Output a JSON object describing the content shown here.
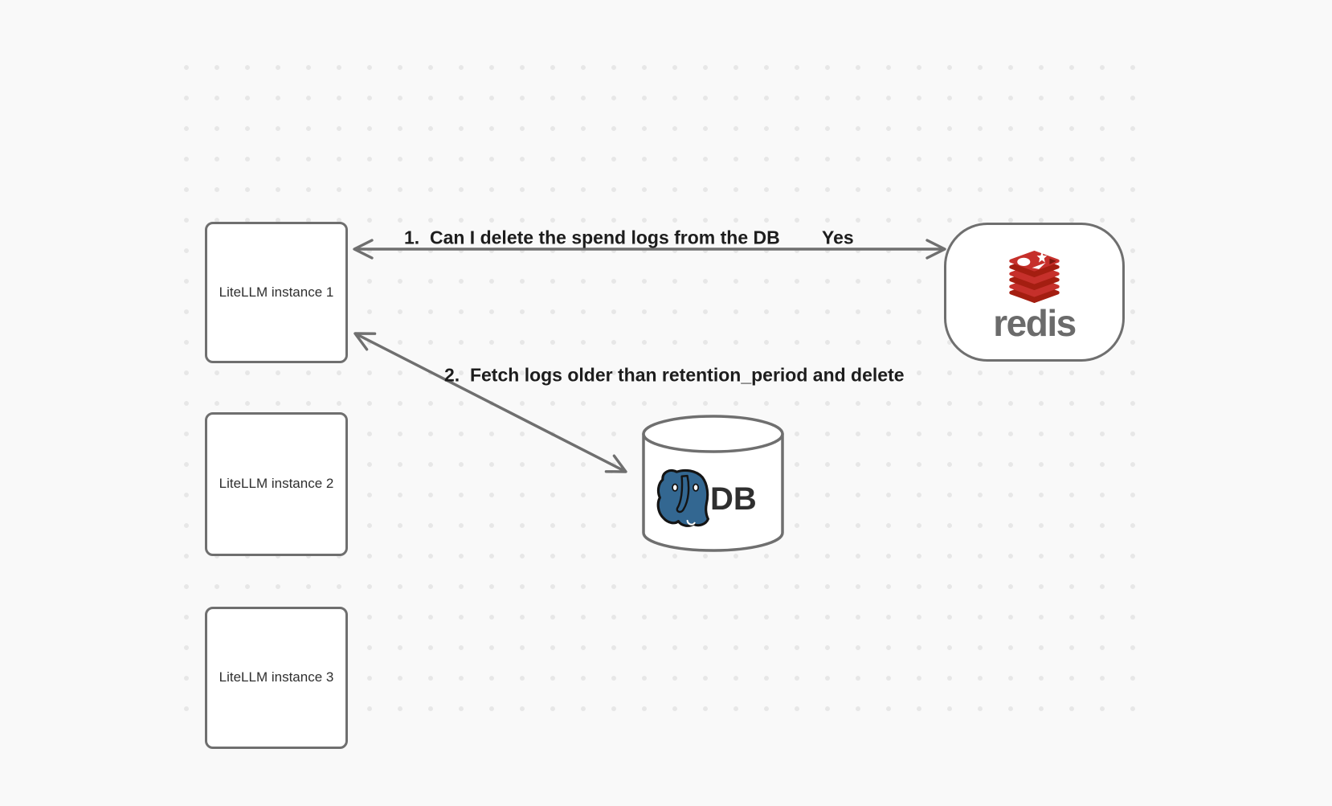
{
  "diagram": {
    "nodes": {
      "instance1": {
        "label": "LiteLLM instance 1"
      },
      "instance2": {
        "label": "LiteLLM instance 2"
      },
      "instance3": {
        "label": "LiteLLM instance 3"
      },
      "redis": {
        "wordmark": "redis"
      },
      "db": {
        "label": "DB"
      }
    },
    "edges": {
      "edge1": {
        "label": "1.  Can I delete the spend logs from the DB",
        "response": "Yes"
      },
      "edge2": {
        "label": "2.  Fetch logs older than retention_period and delete"
      }
    },
    "colors": {
      "canvas_bg": "#f9f9f9",
      "grid_dot": "#e7e7e7",
      "shape_stroke": "#6f6f6f",
      "shape_fill": "#ffffff",
      "node_text": "#2f2f2f",
      "label_text": "#1d1d1d",
      "redis_red": "#c6302b",
      "redis_dark_red": "#a41e11",
      "redis_notch_red": "#7e180e",
      "redis_wordmark_gray": "#6b6b6b",
      "postgres_blue": "#336791",
      "outline_black": "#141414"
    }
  }
}
